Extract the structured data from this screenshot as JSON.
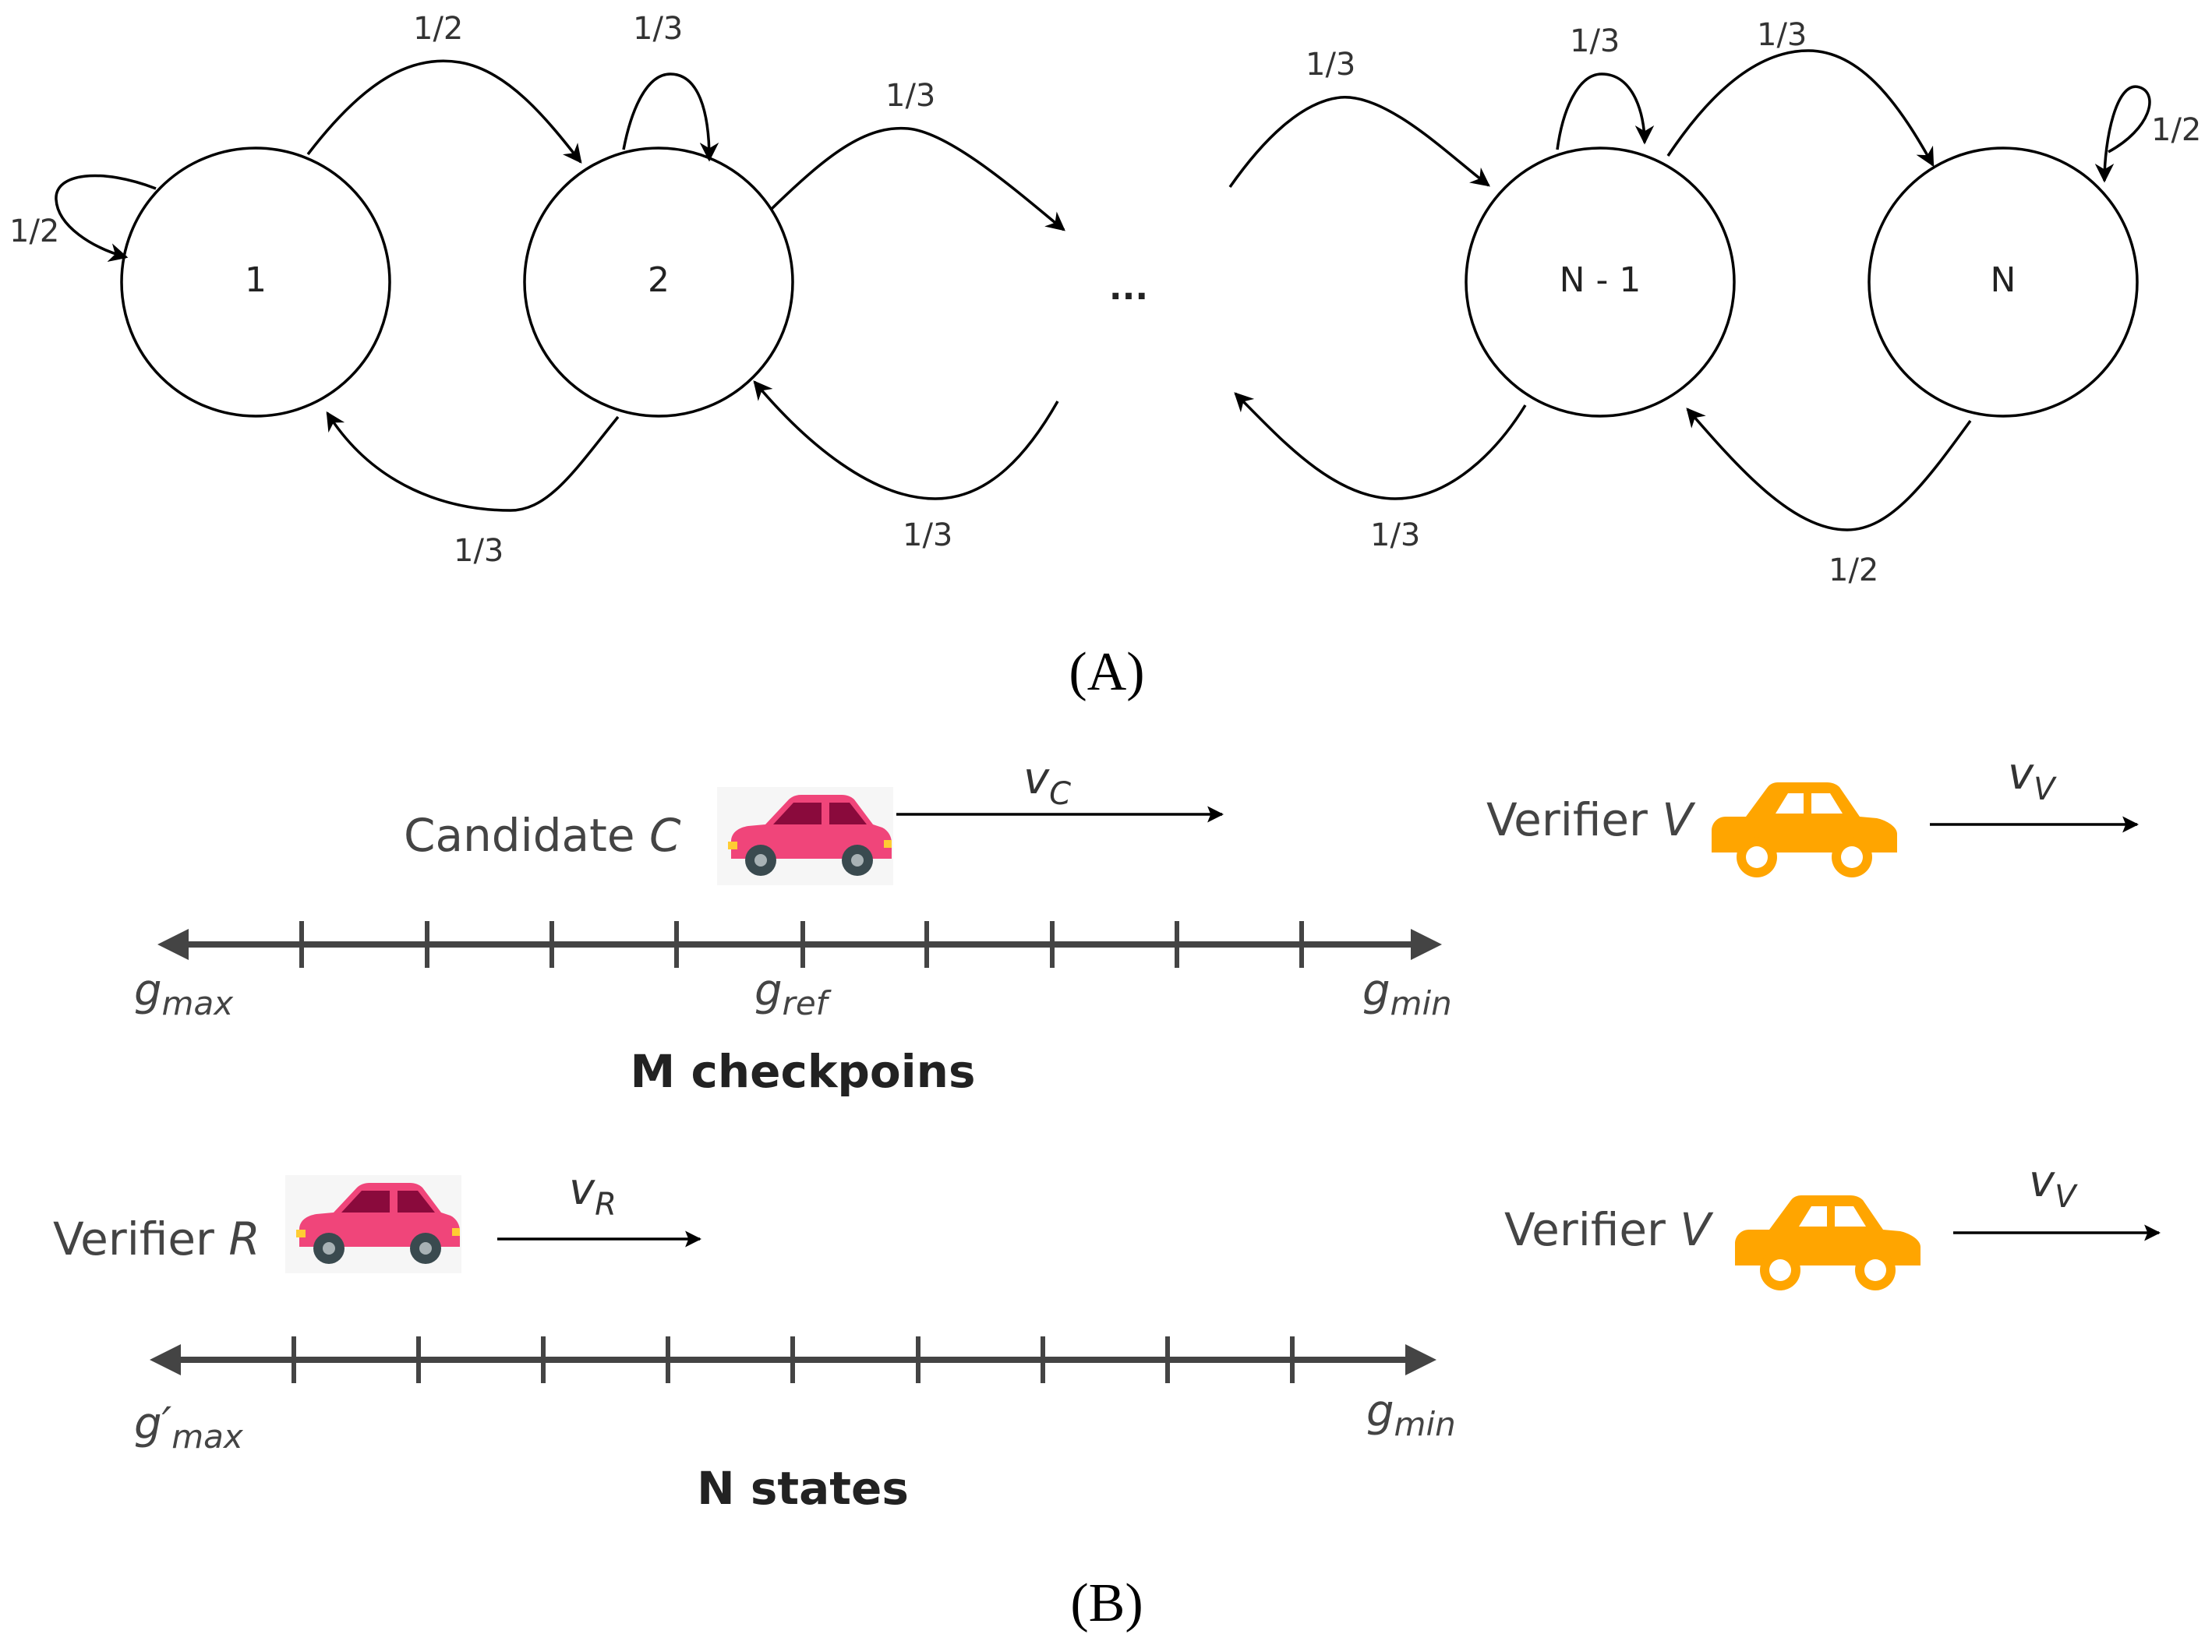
{
  "panel_a": {
    "label": "(A)",
    "states": {
      "s1": "1",
      "s2": "2",
      "dots": "...",
      "sn1": "N - 1",
      "sn": "N"
    },
    "probabilities": {
      "self_1": "1/2",
      "one_to_two": "1/2",
      "self_2": "1/3",
      "two_forward": "1/3",
      "into_n1": "1/3",
      "self_n1": "1/3",
      "n1_to_n": "1/3",
      "self_n": "1/2",
      "two_to_one": "1/3",
      "back_into_two": "1/3",
      "n1_back": "1/3",
      "n_to_n1": "1/2"
    }
  },
  "panel_b": {
    "label": "(B)",
    "top": {
      "candidate_label": "Candidate ",
      "candidate_var": "C",
      "candidate_speed_var": "v",
      "candidate_speed_sub": "C",
      "verifier_label": "Verifier ",
      "verifier_var": "V",
      "verifier_speed_var": "v",
      "verifier_speed_sub": "V",
      "axis_left_var": "g",
      "axis_left_sub": "max",
      "axis_mid_var": "g",
      "axis_mid_sub": "ref",
      "axis_right_var": "g",
      "axis_right_sub": "min",
      "caption": "M checkpoins"
    },
    "bottom": {
      "verifier_r_label": "Verifier ",
      "verifier_r_var": "R",
      "r_speed_var": "v",
      "r_speed_sub": "R",
      "verifier_label": "Verifier ",
      "verifier_var": "V",
      "verifier_speed_var": "v",
      "verifier_speed_sub": "V",
      "axis_left_var": "g′",
      "axis_left_sub": "max",
      "axis_right_var": "g",
      "axis_right_sub": "min",
      "caption": "N states"
    }
  },
  "colors": {
    "candidate_car": "#f0457a",
    "candidate_car_roof": "#8a0a3c",
    "verifier_car": "#ffa500",
    "axis": "#444444"
  }
}
